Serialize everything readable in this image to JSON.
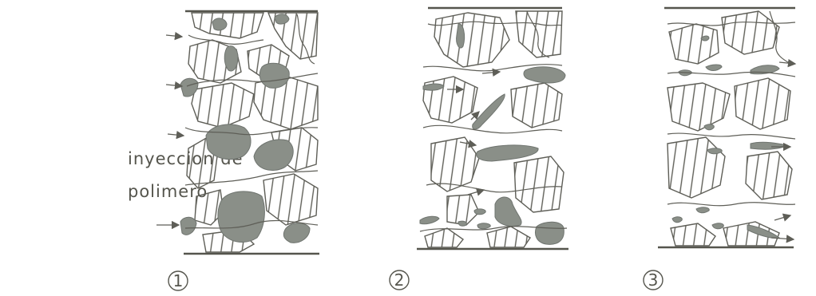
{
  "caption": {
    "line1": "inyeccion de",
    "line2": "polimero"
  },
  "panels": [
    {
      "number": "1"
    },
    {
      "number": "2"
    },
    {
      "number": "3"
    }
  ],
  "colors": {
    "ink": "#5e5e57",
    "blob": "#8a8f88",
    "blob_dark": "#6f746f",
    "paper": "#ffffff"
  }
}
